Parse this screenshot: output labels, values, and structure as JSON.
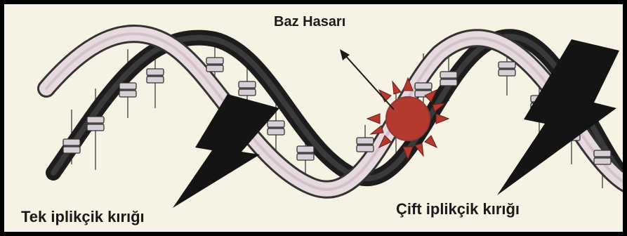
{
  "labels": {
    "base_damage": "Baz Hasarı",
    "single_strand_break": "Tek iplikçik kırığı",
    "double_strand_break": "Çift iplikçik kırığı"
  },
  "colors": {
    "background": "#f6f2e4",
    "strand_dark": "#1c1c1c",
    "strand_light": "#e7d9de",
    "base": "#d8cfd6",
    "damage": "#b43a30",
    "lightning": "#141414"
  }
}
